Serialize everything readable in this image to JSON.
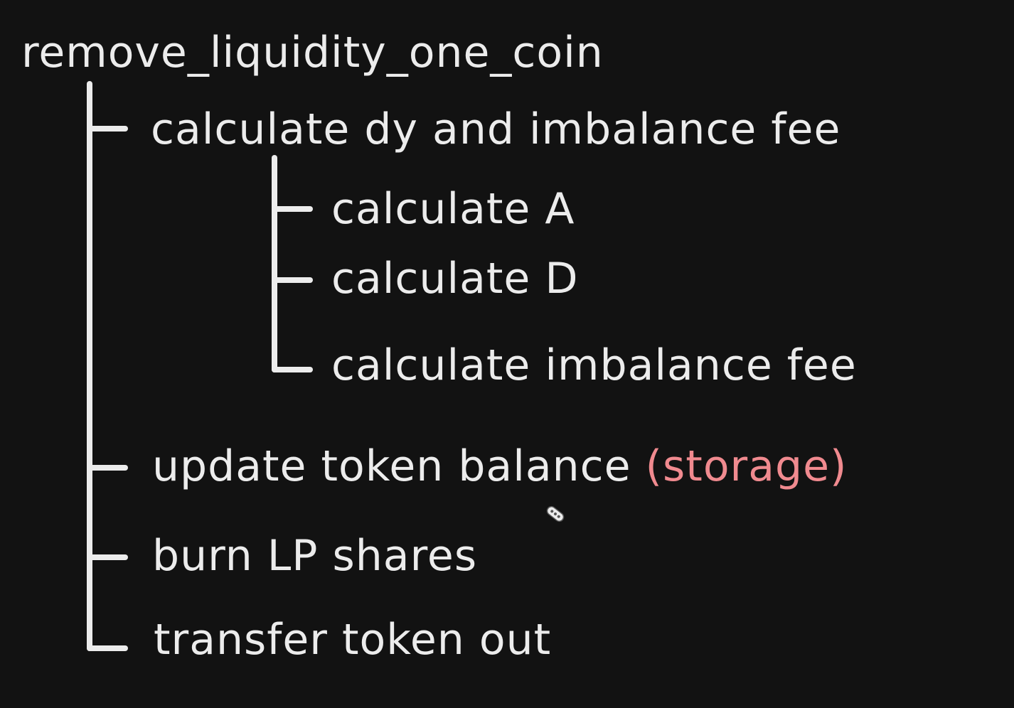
{
  "root": {
    "label": "remove_liquidity_one_coin"
  },
  "steps": [
    {
      "label": "calculate dy and imbalance fee",
      "children": [
        {
          "label": "calculate A"
        },
        {
          "label": "calculate D"
        },
        {
          "label": "calculate imbalance fee"
        }
      ]
    },
    {
      "label": "update token balance",
      "note": "(storage)"
    },
    {
      "label": "burn LP shares"
    },
    {
      "label": "transfer token out"
    }
  ],
  "colors": {
    "background": "#121212",
    "text": "#ececec",
    "accent": "#f08a8f"
  },
  "icons": {
    "cursor": "cursor-icon"
  }
}
